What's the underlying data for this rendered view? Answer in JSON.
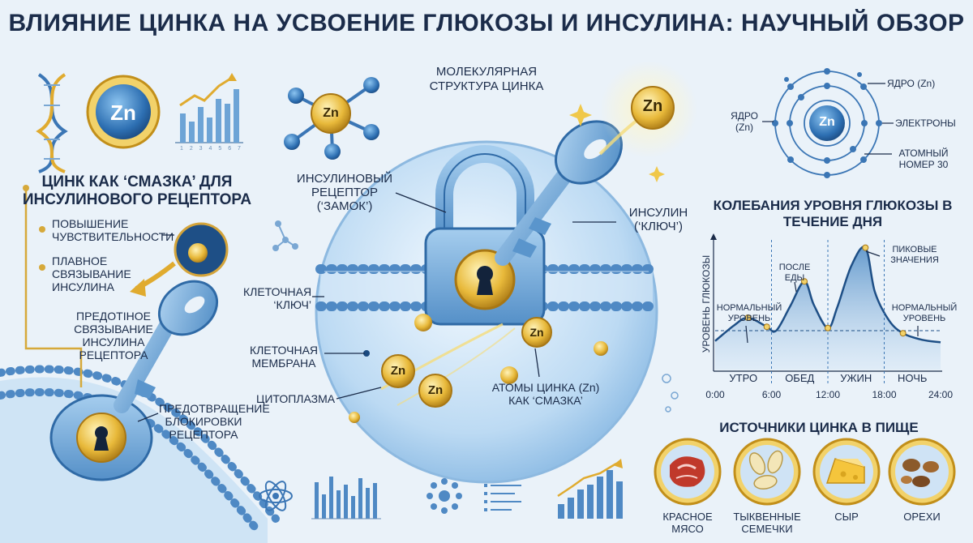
{
  "title": "ВЛИЯНИЕ ЦИНКА НА УСВОЕНИЕ ГЛЮКОЗЫ И ИНСУЛИНА: НАУЧНЫЙ ОБЗОР",
  "zn_symbol": "Zn",
  "mini_chart_ticks": "1 2 3 4 5 6 7",
  "lubricant": {
    "title": "ЦИНК КАК ‘СМАЗКА’ ДЛЯ ИНСУЛИНОВОГО РЕЦЕПТОРА",
    "point1": "ПОВЫШЕНИЕ ЧУВСТВИТЕЛЬНОСТИ",
    "point2": "ПЛАВНОЕ СВЯЗЫВАНИЕ ИНСУЛИНА",
    "point3": "ПРЕДОТІНОЕ СВЯЗЫВАНИЕ ИНСУЛИНА РЕЦЕПТОРА",
    "point4": "ПРЕДОТВРАЩЕНИЕ БЛОКИРОВКИ РЕЦЕПТОРА"
  },
  "center": {
    "molecular_title": "МОЛЕКУЛЯРНАЯ СТРУКТУРА ЦИНКА",
    "receptor": "ИНСУЛИНОВЫЙ РЕЦЕПТОР (‘ЗАМОК’)",
    "insulin": "ИНСУЛИН (‘КЛЮЧ’)",
    "cell_key": "КЛЕТОЧНАЯ ‘КЛЮЧ’",
    "membrane": "КЛЕТОЧНАЯ МЕМБРАНА",
    "cytoplasm": "ЦИТОПЛАЗМА",
    "zinc_atoms": "АТОМЫ ЦИНКА (Zn) КАК ‘СМАЗКА’"
  },
  "atom": {
    "nucleus_top": "ЯДРО (Zn)",
    "nucleus_left": "ЯДРО (Zn)",
    "electrons": "ЭЛЕКТРОНЫ",
    "atomic_number": "АТОМНЫЙ НОМЕР 30"
  },
  "glucose": {
    "title": "КОЛЕБАНИЯ УРОВНЯ ГЛЮКОЗЫ В ТЕЧЕНИЕ ДНЯ",
    "ylabel": "УРОВЕНЬ ГЛЮКОЗЫ",
    "ann_normal_left": "НОРМАЛЬНЫЙ УРОВЕНЬ",
    "ann_after_meal": "ПОСЛЕ ЕДЫ",
    "ann_peak": "ПИКОВЫЕ ЗНАЧЕНИЯ",
    "ann_normal_right": "НОРМАЛЬНЫЙ УРОВЕНЬ"
  },
  "chart_data": {
    "type": "area",
    "title": "КОЛЕБАНИЯ УРОВНЯ ГЛЮКОЗЫ В ТЕЧЕНИЕ ДНЯ",
    "ylabel": "УРОВЕНЬ ГЛЮКОЗЫ",
    "xlabel": "",
    "x_ticks": [
      "0:00",
      "6:00",
      "12:00",
      "18:00",
      "24:00"
    ],
    "periods": [
      "УТРО",
      "ОБЕД",
      "УЖИН",
      "НОЧЬ"
    ],
    "xlim": [
      0,
      24
    ],
    "ylim": [
      0,
      10
    ],
    "x": [
      0,
      2,
      3.5,
      5.5,
      6.5,
      8,
      9.5,
      10.5,
      12,
      13,
      14.5,
      16,
      17,
      18.5,
      20,
      22,
      24
    ],
    "y": [
      2.2,
      3.4,
      4.0,
      3.3,
      3.0,
      4.9,
      6.8,
      5.0,
      3.2,
      4.8,
      8.0,
      9.4,
      6.0,
      3.8,
      2.8,
      2.3,
      2.1
    ],
    "normal_level": 3.0,
    "grid": false
  },
  "food": {
    "title": "ИСТОЧНИКИ ЦИНКА В ПИЩЕ",
    "items": [
      "КРАСНОЕ МЯСО",
      "ТЫКВЕННЫЕ СЕМЕЧКИ",
      "СЫР",
      "ОРЕХИ"
    ]
  },
  "colors": {
    "navy": "#1b2c4a",
    "gold": "#e2b23a",
    "blue": "#3f86c4",
    "light_blue": "#a9cdec"
  }
}
